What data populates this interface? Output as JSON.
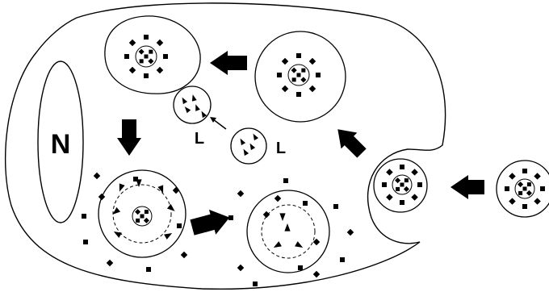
{
  "diagram": {
    "labels": {
      "nucleus": "N",
      "lysosome_1": "L",
      "lysosome_2": "L"
    },
    "colors": {
      "stroke": "#000000",
      "fill": "#ffffff",
      "ink": "#000000"
    }
  }
}
